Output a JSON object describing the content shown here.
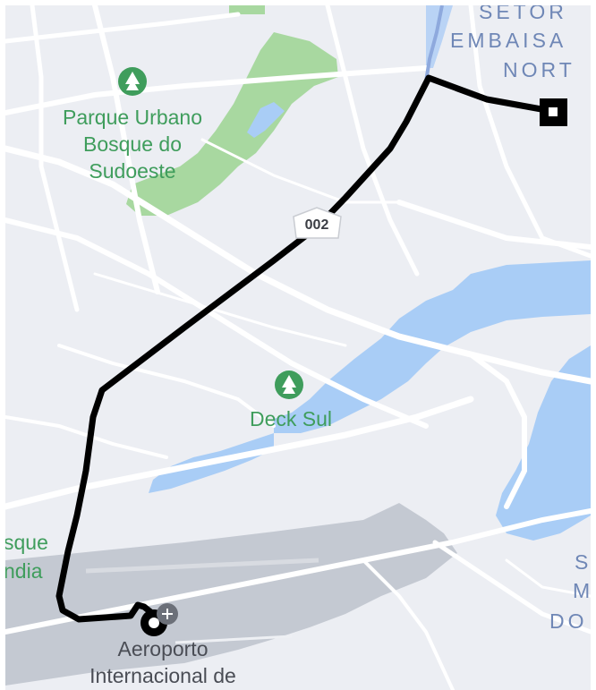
{
  "map": {
    "colors": {
      "land": "#eceef3",
      "road": "#ffffff",
      "water": "#a9cdf6",
      "park": "#a8d8a0",
      "airport": "#c4c9d2",
      "route": "#000000",
      "label_green": "#3f9d5c",
      "label_blue": "#6f87b6"
    },
    "labels": {
      "park_line1": "Parque Urbano",
      "park_line2": "Bosque do",
      "park_line3": "Sudoeste",
      "deck": "Deck Sul",
      "sector_line1": "SETOR",
      "sector_line2": "EMBAISA",
      "sector_line3": "NORT",
      "bosque_partial_1": "sque",
      "bosque_partial_2": "ndia",
      "right_edge_1": "S",
      "right_edge_2": "M",
      "right_edge_3": "DO",
      "airport_line1": "Aeroporto",
      "airport_line2": "Internacional de"
    },
    "road_shield": "002",
    "icons": {
      "park": "tree-icon",
      "deck": "tree-icon",
      "start": "origin-marker-icon",
      "end": "destination-marker-icon",
      "airport": "airplane-icon"
    }
  }
}
